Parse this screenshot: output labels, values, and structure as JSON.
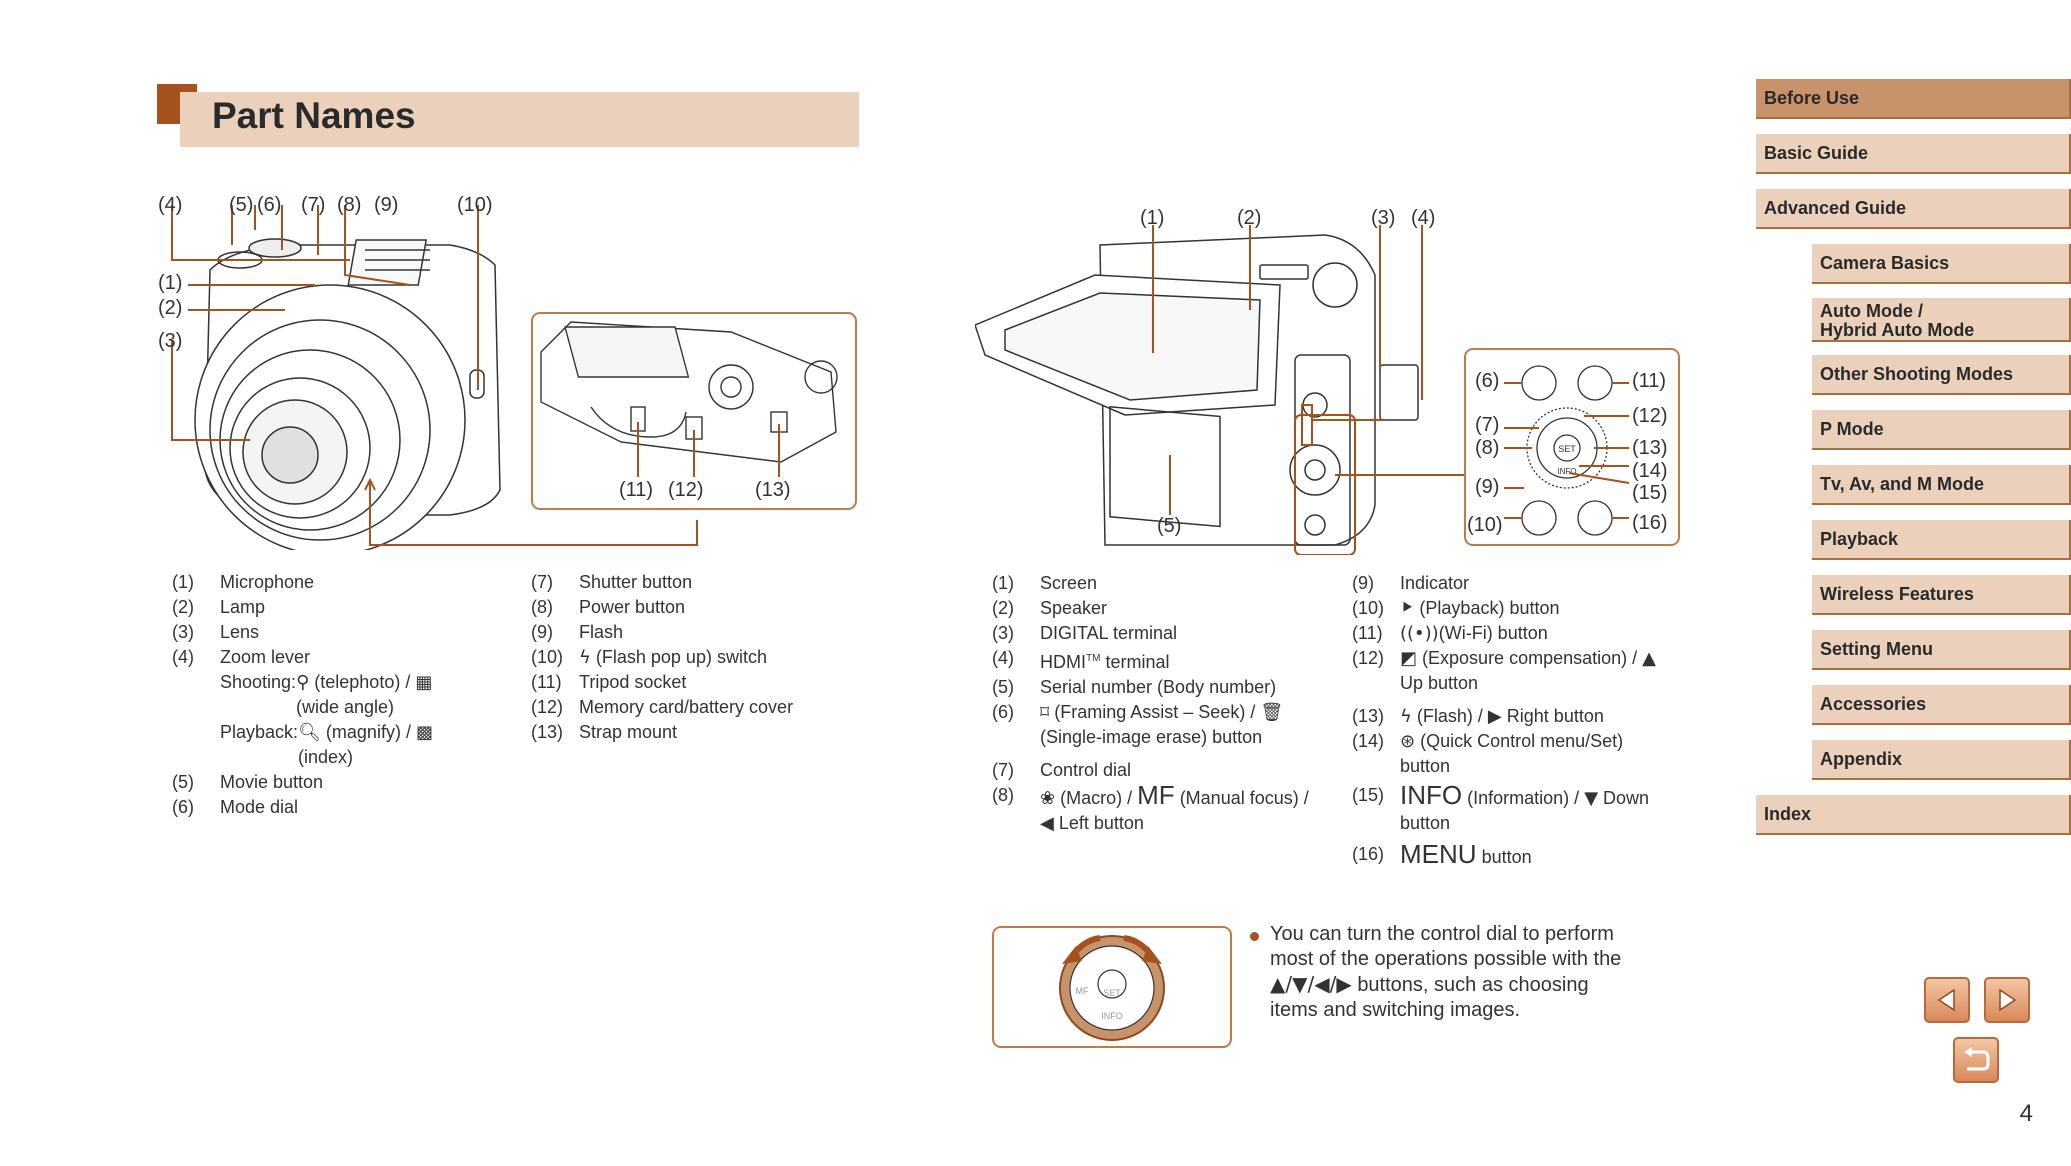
{
  "title": "Part Names",
  "page_number": "4",
  "callouts_front": [
    "(4)",
    "(5)",
    "(6)",
    "(7)",
    "(8)",
    "(9)",
    "(10)",
    "(1)",
    "(2)",
    "(3)",
    "(11)",
    "(12)",
    "(13)"
  ],
  "callouts_back": [
    "(1)",
    "(2)",
    "(3)",
    "(4)",
    "(5)",
    "(6)",
    "(7)",
    "(8)",
    "(9)",
    "(10)",
    "(11)",
    "(12)",
    "(13)",
    "(14)",
    "(15)",
    "(16)"
  ],
  "front_parts_col1": [
    {
      "num": "(1)",
      "label": "Microphone"
    },
    {
      "num": "(2)",
      "label": "Lamp"
    },
    {
      "num": "(3)",
      "label": "Lens"
    },
    {
      "num": "(4)",
      "label": "Zoom lever"
    },
    {
      "num": "(5)",
      "label": "Movie button"
    },
    {
      "num": "(6)",
      "label": "Mode dial"
    }
  ],
  "zoom_sub": {
    "shooting_label": "Shooting:",
    "tele": "(telephoto) /",
    "wide": "(wide angle)",
    "playback_label": "Playback:",
    "magnify": "(magnify) /",
    "index": "(index)"
  },
  "front_parts_col2": [
    {
      "num": "(7)",
      "label": "Shutter button"
    },
    {
      "num": "(8)",
      "label": "Power button"
    },
    {
      "num": "(9)",
      "label": "Flash"
    },
    {
      "num": "(10)",
      "label": "(Flash pop up) switch"
    },
    {
      "num": "(11)",
      "label": "Tripod socket"
    },
    {
      "num": "(12)",
      "label": "Memory card/battery cover"
    },
    {
      "num": "(13)",
      "label": "Strap mount"
    }
  ],
  "back_parts_col1": [
    {
      "num": "(1)",
      "label": "Screen"
    },
    {
      "num": "(2)",
      "label": "Speaker"
    },
    {
      "num": "(3)",
      "label": "DIGITAL terminal"
    },
    {
      "num": "(4)",
      "label": "HDMI",
      "sup": "TM",
      "suffix": " terminal"
    },
    {
      "num": "(5)",
      "label": "Serial number (Body number)"
    },
    {
      "num": "(6)",
      "label": "(Framing Assist – Seek) /",
      "line2": "(Single-image erase) button"
    },
    {
      "num": "(7)",
      "label": "Control dial"
    },
    {
      "num": "(8)",
      "label": "(Macro) /",
      "mf": "MF",
      "label_b": "(Manual focus) /",
      "line2": "Left button"
    }
  ],
  "back_parts_col2": [
    {
      "num": "(9)",
      "label": "Indicator"
    },
    {
      "num": "(10)",
      "label": "(Playback) button"
    },
    {
      "num": "(11)",
      "label": "(Wi-Fi) button"
    },
    {
      "num": "(12)",
      "label": "(Exposure compensation) /",
      "line2": "Up button"
    },
    {
      "num": "(13)",
      "label": "(Flash) /",
      "label_b": "Right button"
    },
    {
      "num": "(14)",
      "label": "(Quick Control menu/Set)",
      "line2": "button"
    },
    {
      "num": "(15)",
      "info": "INFO",
      "label": "(Information) /",
      "label_b": "Down",
      "line2": "button"
    },
    {
      "num": "(16)",
      "menu": "MENU",
      "label": "button"
    }
  ],
  "dial_labels": {
    "set": "SET",
    "info": "INFO",
    "mf": "MF"
  },
  "tip": {
    "line1": "You can turn the control dial to perform",
    "line2": "most of the operations possible with the",
    "line3_suffix": "buttons, such as choosing",
    "line4": "items and switching images."
  },
  "sidebar": [
    {
      "label": "Before Use",
      "level": "main",
      "active": true
    },
    {
      "label": "Basic Guide",
      "level": "main"
    },
    {
      "label": "Advanced Guide",
      "level": "main"
    },
    {
      "label": "Camera Basics",
      "level": "sub"
    },
    {
      "label": "Auto Mode /",
      "label2": "Hybrid Auto Mode",
      "level": "sub"
    },
    {
      "label": "Other Shooting Modes",
      "level": "sub"
    },
    {
      "label": "P Mode",
      "level": "sub"
    },
    {
      "label": "Tv, Av, and M Mode",
      "level": "sub"
    },
    {
      "label": "Playback",
      "level": "sub"
    },
    {
      "label": "Wireless Features",
      "level": "sub"
    },
    {
      "label": "Setting Menu",
      "level": "sub"
    },
    {
      "label": "Accessories",
      "level": "sub"
    },
    {
      "label": "Appendix",
      "level": "sub"
    },
    {
      "label": "Index",
      "level": "main"
    }
  ],
  "colors": {
    "accent": "#a6521f",
    "title_bg": "#ebd1bb",
    "border": "#c07a4d"
  }
}
